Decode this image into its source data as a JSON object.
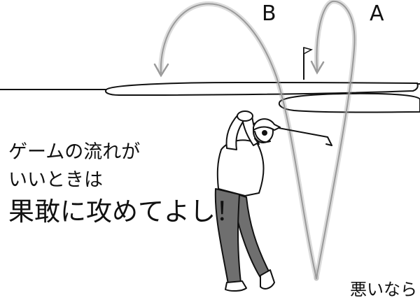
{
  "labels": {
    "shot_b": "B",
    "shot_a": "A"
  },
  "caption": {
    "line1": "ゲームの流れが",
    "line2": "いいときは",
    "line3": "果敢に攻めてよし！"
  },
  "corner_text": "悪いなら",
  "colors": {
    "ink": "#111111",
    "trajectory": "#9a9a9a",
    "pants": "#6f6f6f",
    "background": "#ffffff"
  }
}
